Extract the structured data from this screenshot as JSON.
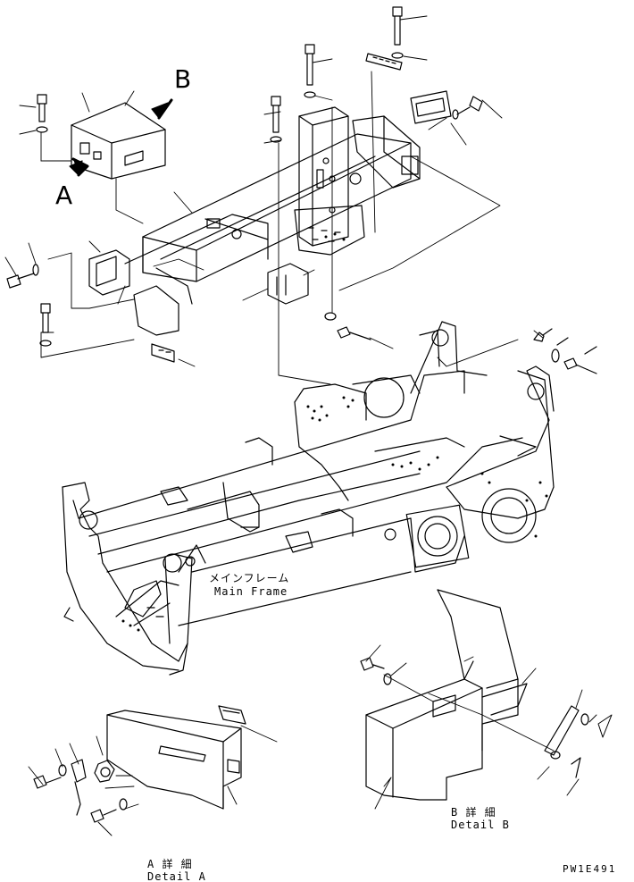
{
  "labels": {
    "view_a": "A",
    "view_b": "B",
    "main_frame_jp": "メインフレーム",
    "main_frame_en": "Main Frame",
    "detail_a_jp": "A 詳 細",
    "detail_a_en": "Detail A",
    "detail_b_jp": "B 詳 細",
    "detail_b_en": "Detail B",
    "drawing_code": "PW1E491"
  }
}
